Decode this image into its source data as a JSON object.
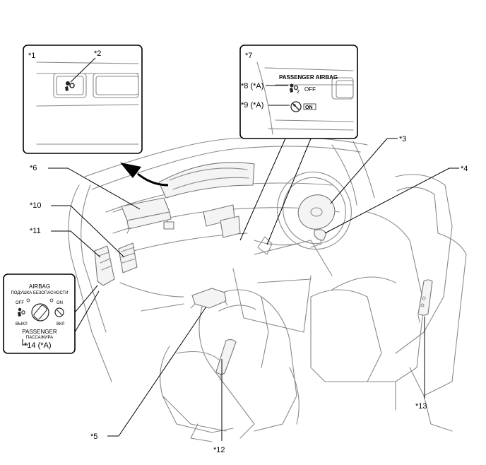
{
  "callouts": {
    "c1": "*1",
    "c2": "*2",
    "c3": "*3",
    "c4": "*4",
    "c5": "*5",
    "c6": "*6",
    "c7": "*7",
    "c8": "*8 (*A)",
    "c9": "*9 (*A)",
    "c10": "*10",
    "c11": "*11",
    "c12": "*12",
    "c13": "*13",
    "c14": "*14 (*A)"
  },
  "indicator_panel": {
    "title": "PASSENGER AIRBAG",
    "off_text": "OFF",
    "on_text": "ON"
  },
  "switch_panel": {
    "title": "AIRBAG",
    "title_ru": "ПОДУШКА БЕЗОПАСНОСТИ",
    "off_label": "OFF",
    "on_label": "ON",
    "off_ru": "ВЫКЛ",
    "on_ru": "ВКЛ",
    "bottom": "PASSENGER",
    "bottom_ru": "ПАССАЖИРА"
  },
  "colors": {
    "line": "#000000",
    "drawing": "#8a8a8a",
    "arrow": "#000000"
  }
}
